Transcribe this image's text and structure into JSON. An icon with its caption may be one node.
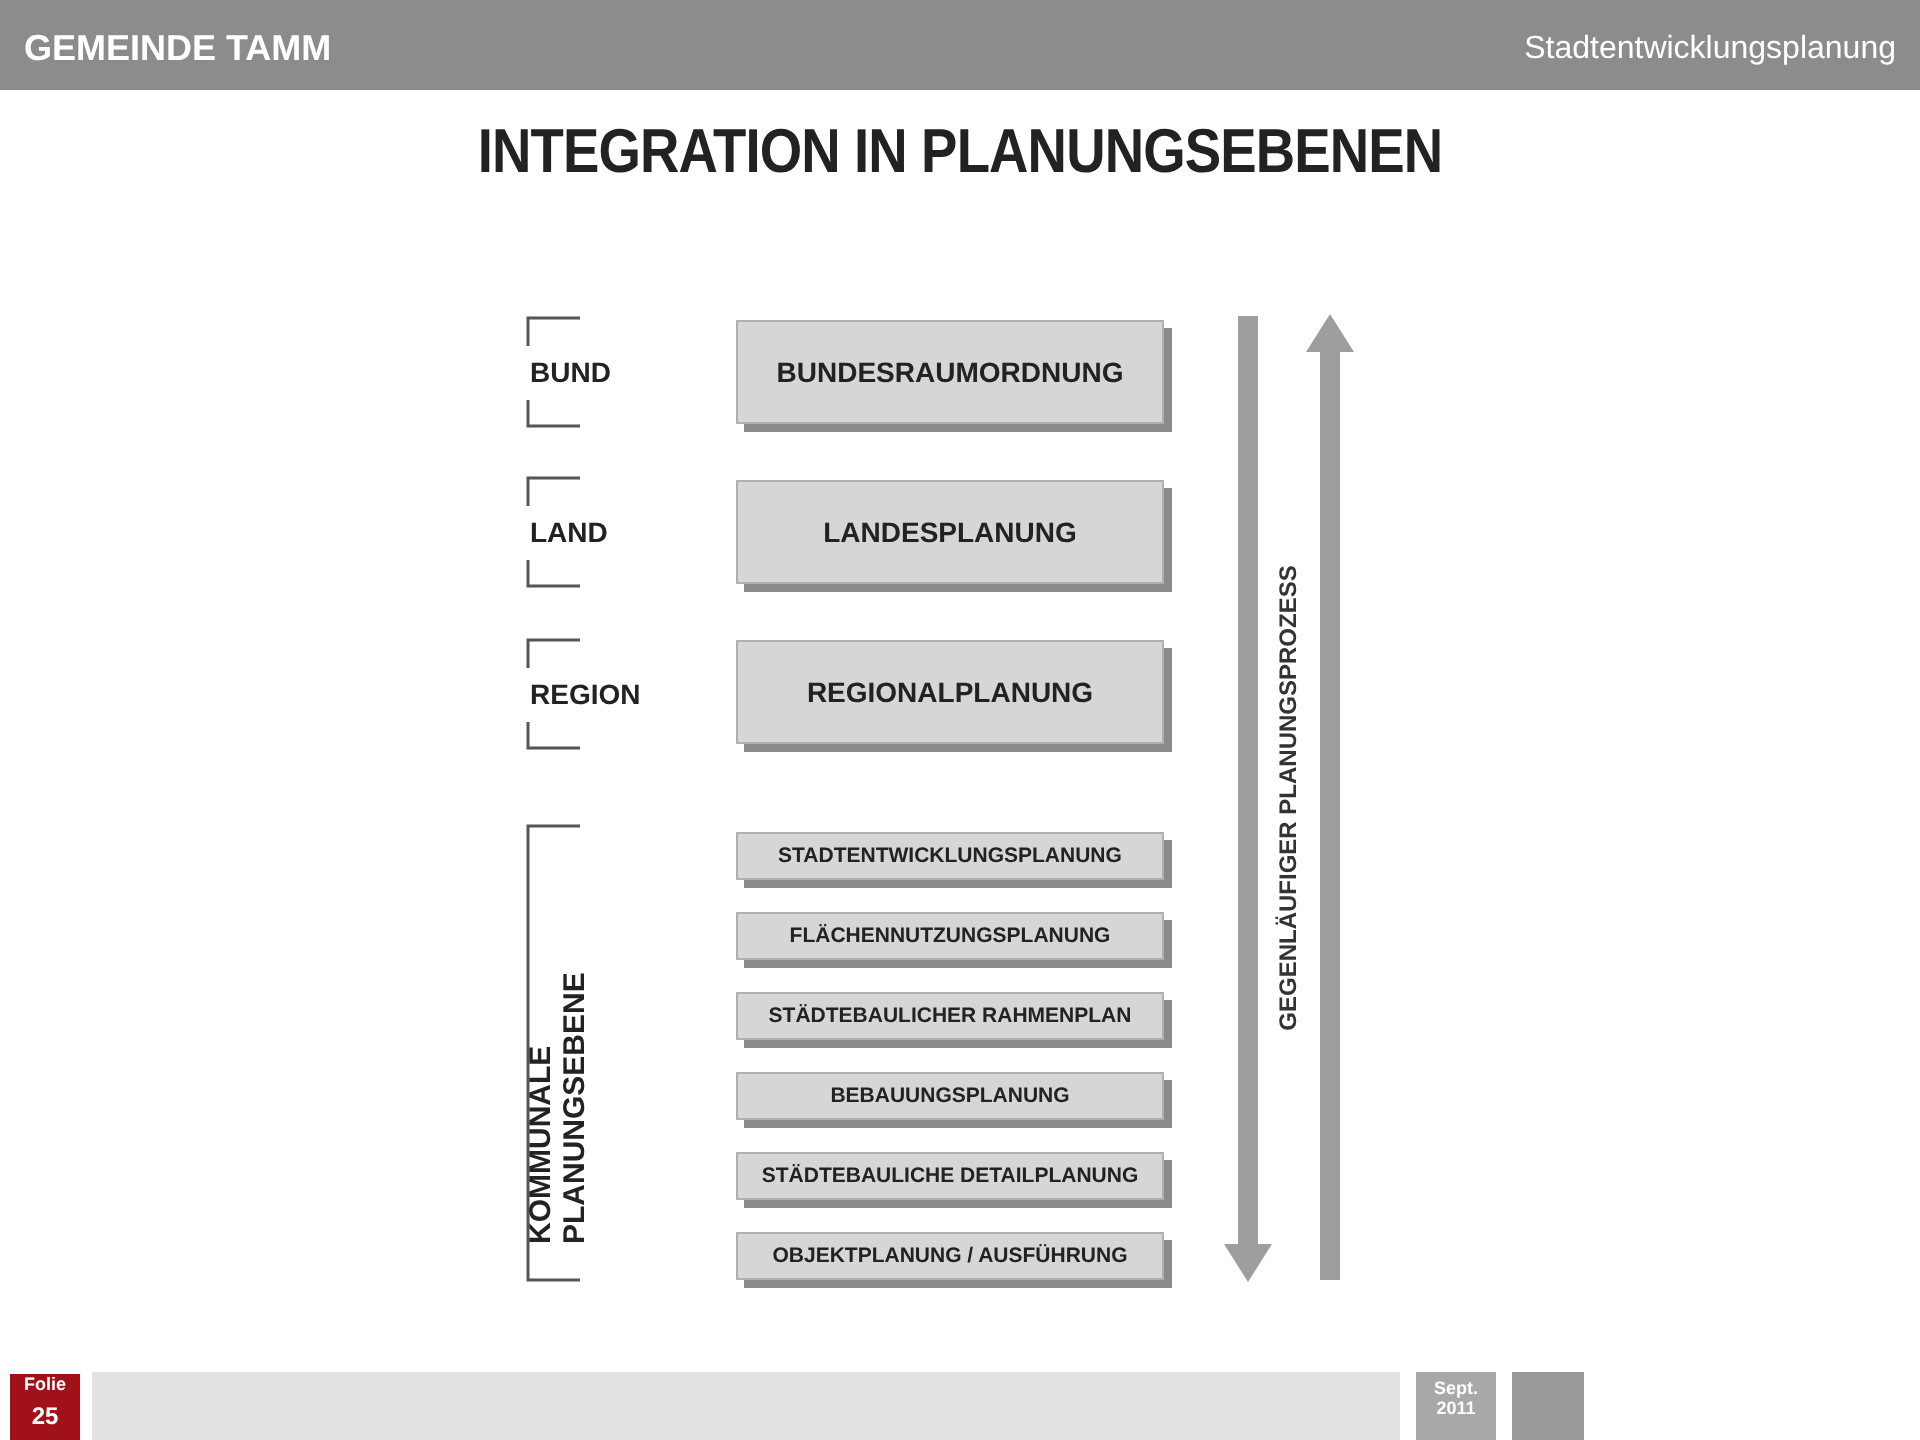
{
  "diagram": {
    "title": "INTEGRATION IN PLANUNGSEBENEN",
    "nodes": [
      {
        "text": [
          "BUNDESRAUMORDNUNG"
        ]
      },
      {
        "text": [
          "LANDESPLANUNG"
        ]
      },
      {
        "text": [
          "REGIONALPLANUNG"
        ]
      },
      {
        "text": [
          "STADTENTWICKLUNGSPLANUNG"
        ]
      },
      {
        "text": [
          "FLÄCHENNUTZUNGSPLANUNG"
        ]
      },
      {
        "text": [
          "STÄDTEBAULICHER RAHMENPLAN"
        ]
      },
      {
        "text": [
          "BEBAUUNGSPLANUNG"
        ]
      },
      {
        "text": [
          "STÄDTEBAULICHE DETAILPLANUNG"
        ]
      },
      {
        "text": [
          "OBJEKTPLANUNG / AUSFÜHRUNG"
        ]
      }
    ],
    "labels": [
      "GEMEINDE TAMM",
      "Stadtentwicklungsplanung",
      "BUND",
      "LAND",
      "REGION",
      "KOMMUNALE PLANUNGSEBENE",
      "GEGENLÄUFIGER PLANUNGSPROZESS",
      "Folie",
      "25",
      "Sept. 2011"
    ]
  }
}
